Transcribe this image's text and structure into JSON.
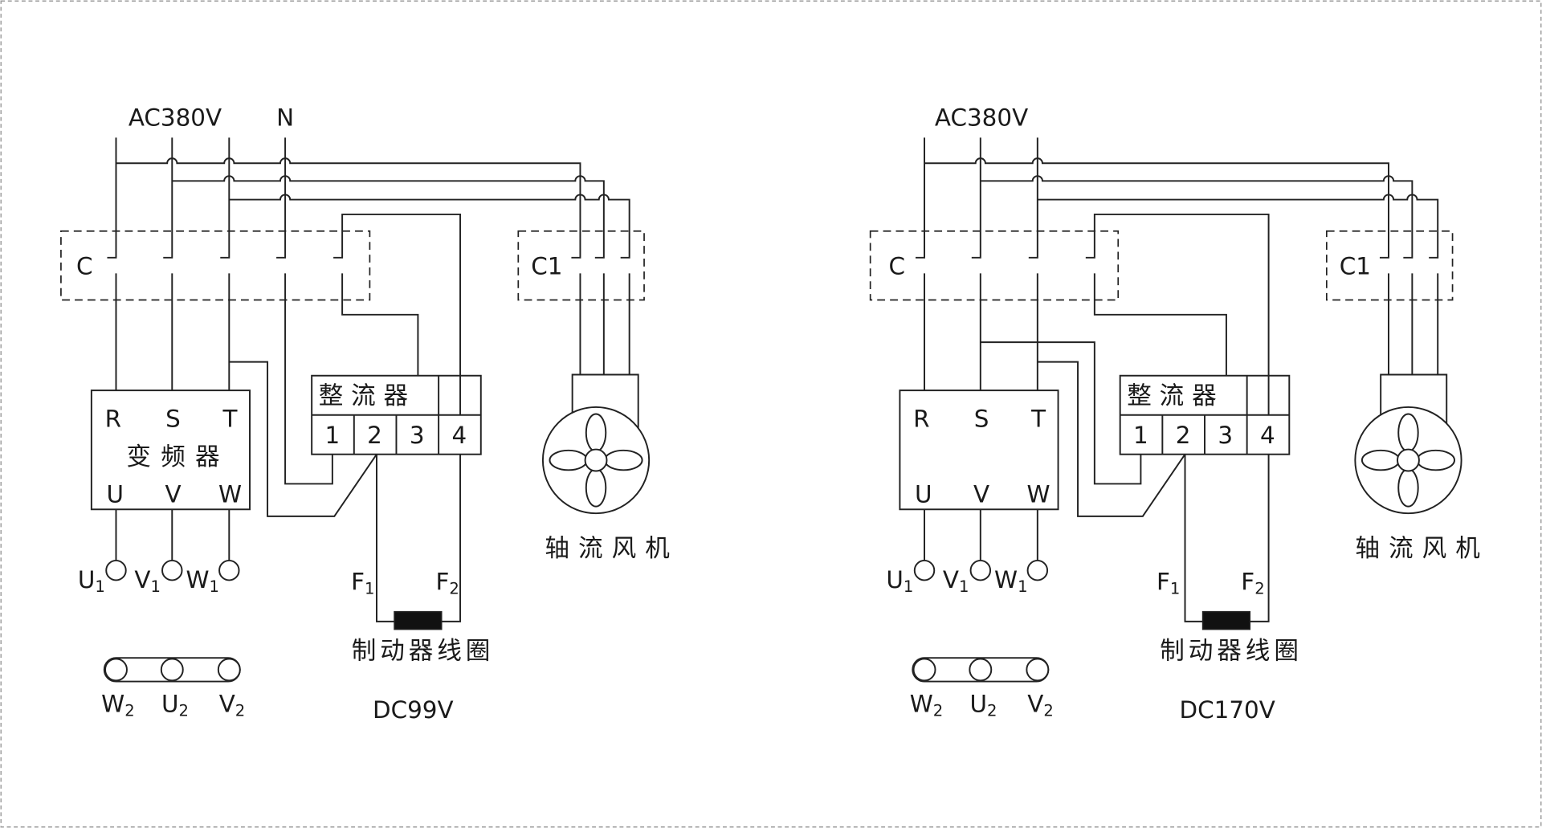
{
  "colors": {
    "wire": "#222222",
    "text": "#1a1a1a",
    "border": "#9a9a9a",
    "coil": "#111111"
  },
  "diagrams": [
    {
      "supply_label": "AC380V",
      "neutral_label": "N",
      "contactor_label": "C",
      "fan_contactor_label": "C1",
      "inverter": {
        "title": "变频器",
        "inputs": [
          "R",
          "S",
          "T"
        ],
        "outputs": [
          "U",
          "V",
          "W"
        ]
      },
      "rectifier": {
        "title": "整流器",
        "terminals": [
          "1",
          "2",
          "3",
          "4"
        ]
      },
      "fan_label": "轴流风机",
      "motor_terminals_primary": [
        {
          "base": "U",
          "sub": "1"
        },
        {
          "base": "V",
          "sub": "1"
        },
        {
          "base": "W",
          "sub": "1"
        }
      ],
      "motor_terminals_secondary": [
        {
          "base": "W",
          "sub": "2"
        },
        {
          "base": "U",
          "sub": "2"
        },
        {
          "base": "V",
          "sub": "2"
        }
      ],
      "brake_coil": {
        "terminals": [
          {
            "base": "F",
            "sub": "1"
          },
          {
            "base": "F",
            "sub": "2"
          }
        ],
        "label": "制动器线圈"
      },
      "coil_voltage": "DC99V"
    },
    {
      "supply_label": "AC380V",
      "contactor_label": "C",
      "fan_contactor_label": "C1",
      "inverter": {
        "inputs": [
          "R",
          "S",
          "T"
        ],
        "outputs": [
          "U",
          "V",
          "W"
        ]
      },
      "rectifier": {
        "title": "整流器",
        "terminals": [
          "1",
          "2",
          "3",
          "4"
        ]
      },
      "fan_label": "轴流风机",
      "motor_terminals_primary": [
        {
          "base": "U",
          "sub": "1"
        },
        {
          "base": "V",
          "sub": "1"
        },
        {
          "base": "W",
          "sub": "1"
        }
      ],
      "motor_terminals_secondary": [
        {
          "base": "W",
          "sub": "2"
        },
        {
          "base": "U",
          "sub": "2"
        },
        {
          "base": "V",
          "sub": "2"
        }
      ],
      "brake_coil": {
        "terminals": [
          {
            "base": "F",
            "sub": "1"
          },
          {
            "base": "F",
            "sub": "2"
          }
        ],
        "label": "制动器线圈"
      },
      "coil_voltage": "DC170V"
    }
  ]
}
